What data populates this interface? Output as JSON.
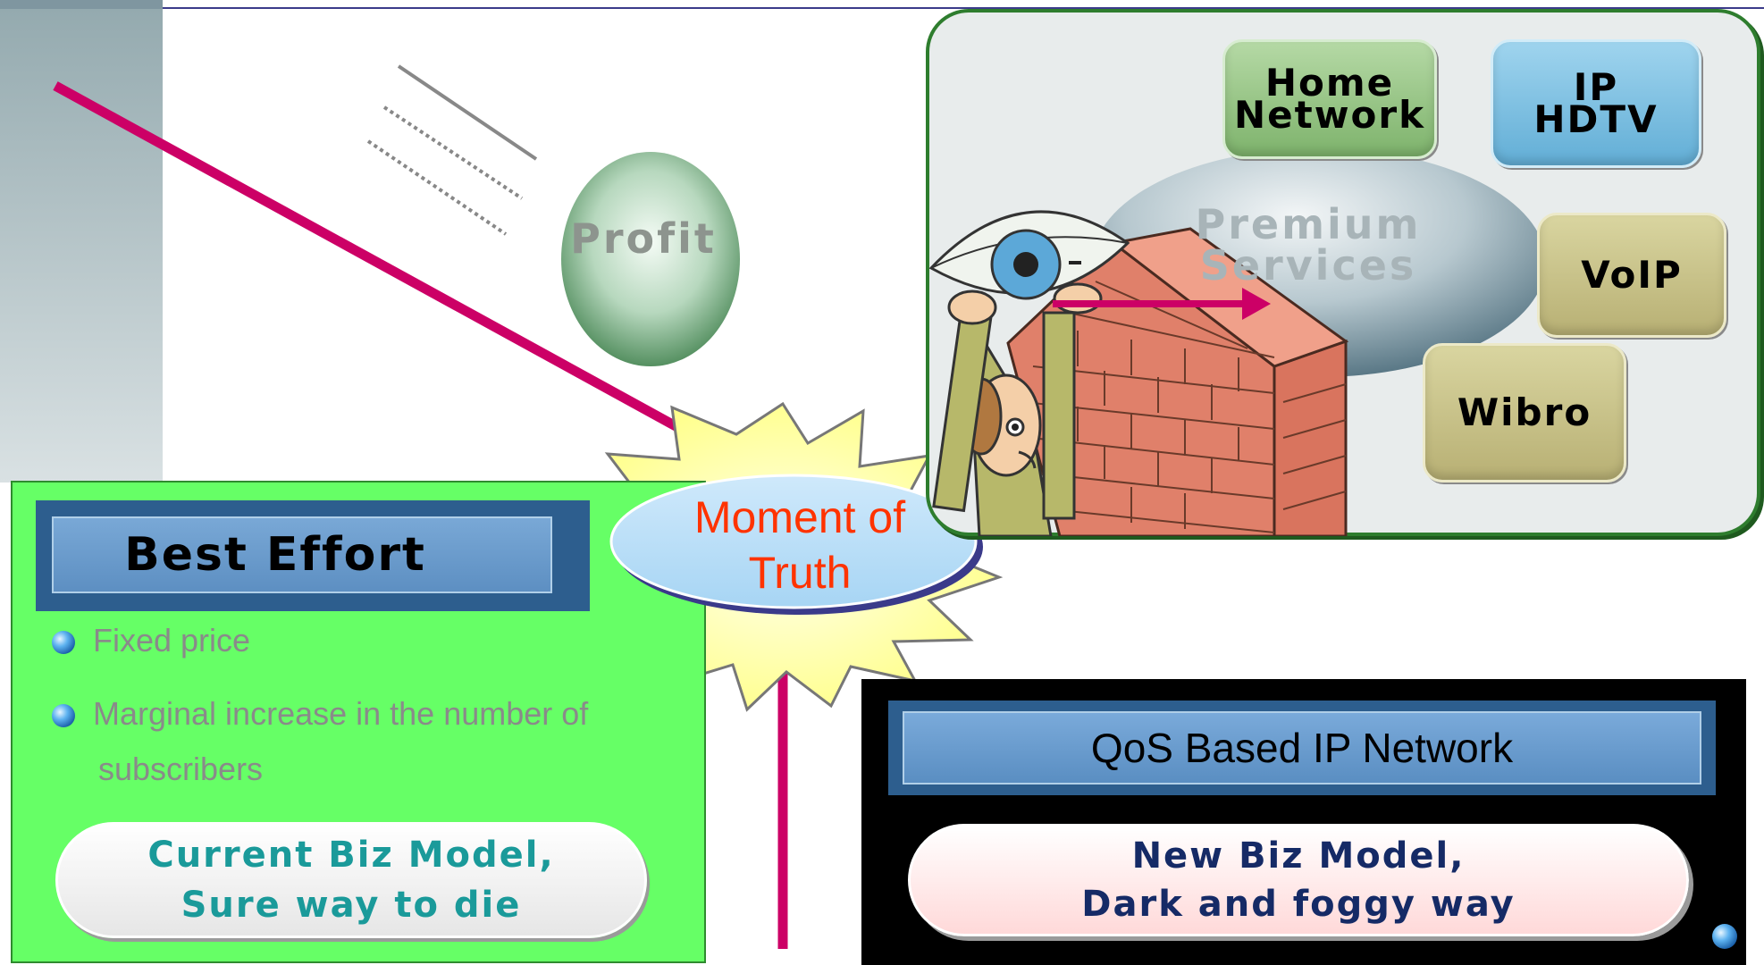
{
  "profit": {
    "label": "Profit"
  },
  "moment": {
    "line1": "Moment of",
    "line2": "Truth"
  },
  "best_effort": {
    "title": "Best Effort",
    "bullets": [
      {
        "lines": [
          "Fixed price"
        ]
      },
      {
        "lines": [
          "Marginal increase in the number of",
          "subscribers"
        ]
      }
    ],
    "model_line1": "Current Biz Model,",
    "model_line2": "Sure way to die"
  },
  "qos": {
    "title": "QoS Based IP Network",
    "model_line1": "New Biz Model,",
    "model_line2": "Dark and foggy way"
  },
  "premium": {
    "center_line1": "Premium",
    "center_line2": "Services",
    "services": {
      "home_line1": "Home",
      "home_line2": "Network",
      "iptv_line1": "IP",
      "iptv_line2": "HDTV",
      "voip": "VoIP",
      "wibro": "Wibro"
    }
  },
  "icons": [
    "bullet-globe-icon",
    "eye-icon",
    "brick-wall-icon",
    "arrow-icon",
    "globe-icon"
  ],
  "colors": {
    "trend_line": "#cc0066",
    "best_effort_panel": "#66ff66",
    "qos_panel": "#000000",
    "moment_text": "#ff3300",
    "current_model_text": "#1a9a9a",
    "new_model_text": "#152a66",
    "starburst": "#ffff99"
  }
}
